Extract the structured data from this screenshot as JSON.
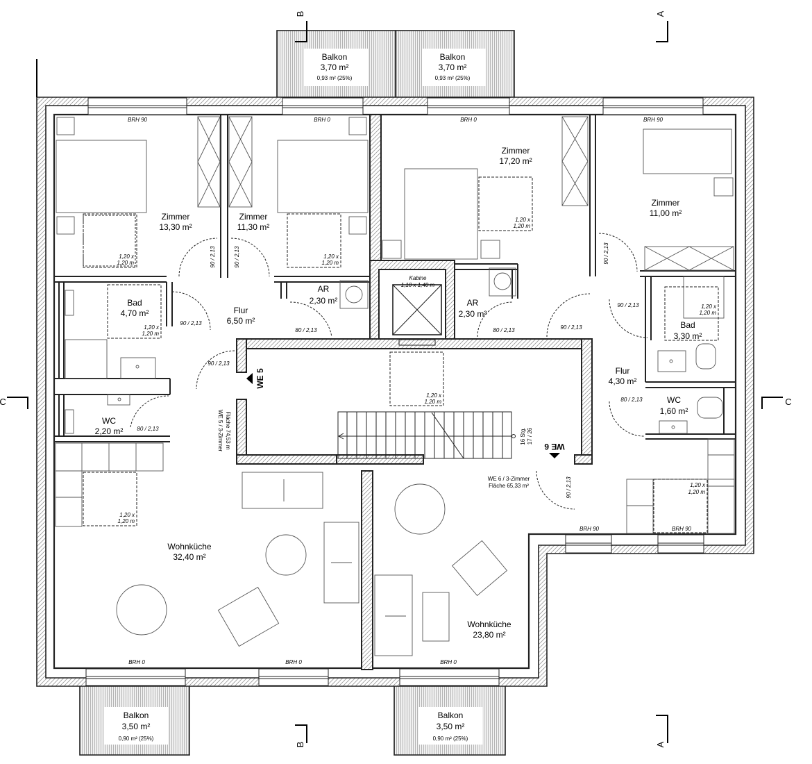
{
  "rooms": {
    "zimmer_1": {
      "name": "Zimmer",
      "area": "13,30 m²"
    },
    "zimmer_2": {
      "name": "Zimmer",
      "area": "11,30 m²"
    },
    "zimmer_3": {
      "name": "Zimmer",
      "area": "17,20 m²"
    },
    "zimmer_4": {
      "name": "Zimmer",
      "area": "11,00 m²"
    },
    "bad_left": {
      "name": "Bad",
      "area": "4,70 m²"
    },
    "bad_right": {
      "name": "Bad",
      "area": "3,30 m²"
    },
    "flur_left": {
      "name": "Flur",
      "area": "6,50 m²"
    },
    "flur_right": {
      "name": "Flur",
      "area": "4,30 m²"
    },
    "ar_left": {
      "name": "AR",
      "area": "2,30 m²"
    },
    "ar_right": {
      "name": "AR",
      "area": "2,30 m²"
    },
    "wc_left": {
      "name": "WC",
      "area": "2,20 m²"
    },
    "wc_right": {
      "name": "WC",
      "area": "1,60 m²"
    },
    "wohnkueche_left": {
      "name": "Wohnküche",
      "area": "32,40 m²"
    },
    "wohnkueche_right": {
      "name": "Wohnküche",
      "area": "23,80 m²"
    }
  },
  "balconies": {
    "top_left": {
      "name": "Balkon",
      "area": "3,70 m²",
      "share": "0,93 m² (25%)"
    },
    "top_right": {
      "name": "Balkon",
      "area": "3,70 m²",
      "share": "0,93 m² (25%)"
    },
    "bottom_left": {
      "name": "Balkon",
      "area": "3,50 m²",
      "share": "0,90 m² (25%)"
    },
    "bottom_right": {
      "name": "Balkon",
      "area": "3,50 m²",
      "share": "0,90 m² (25%)"
    }
  },
  "elevator": {
    "title": "Kabine",
    "size": "1,10 x 1,40 m"
  },
  "units": {
    "we5": {
      "label": "WE 5",
      "desc1": "WE 5 / 3-Zimmer",
      "desc2": "Fläche 74,53 m"
    },
    "we6": {
      "label": "WE 6",
      "desc1": "WE 6 / 3-Zimmer",
      "desc2": "Fläche 65,33 m²"
    }
  },
  "stairs": {
    "steps": "16 Stg.",
    "ratio": "17 / 26"
  },
  "turning_circle": {
    "line1": "1,20 x",
    "line2": "1,20 m"
  },
  "sills": {
    "brh_90": "BRH 90",
    "brh_0": "BRH 0"
  },
  "doors": {
    "d90": "90 / 2,13",
    "d80": "80 / 2,13"
  },
  "sections": {
    "a": "A",
    "b": "B",
    "c": "C"
  }
}
